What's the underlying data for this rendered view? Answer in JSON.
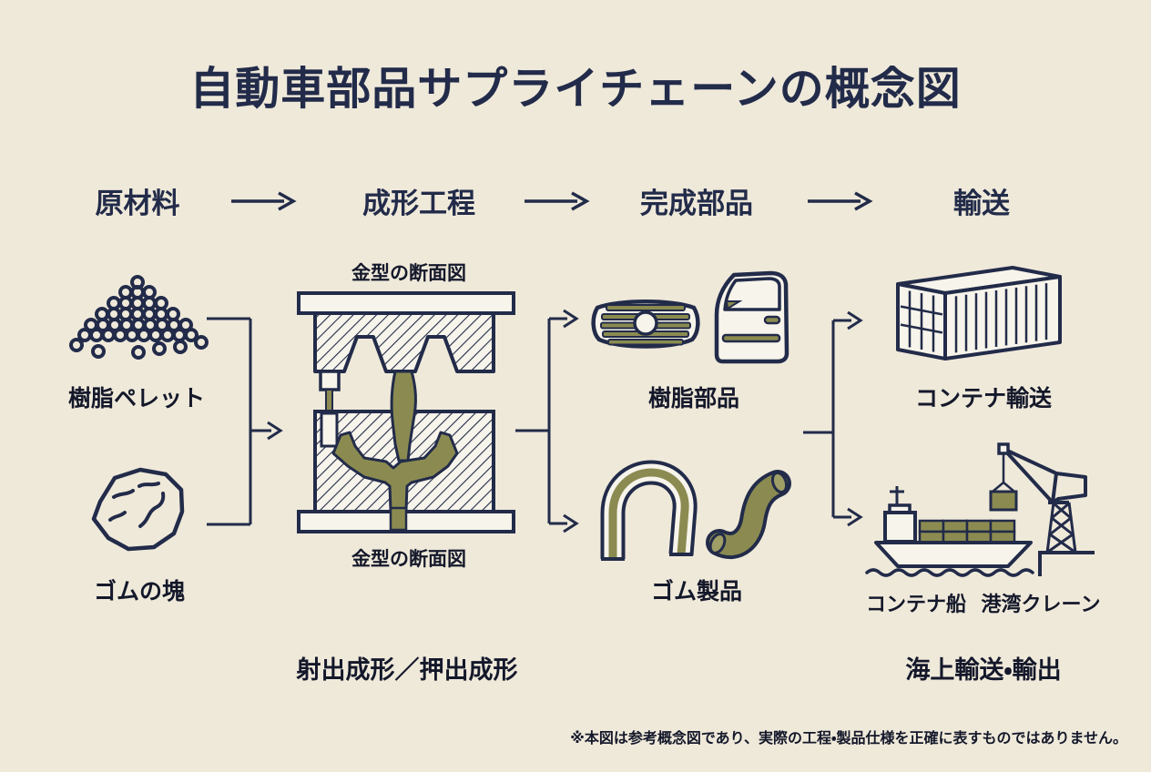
{
  "title": "自動車部品サプライチェーンの概念図",
  "stages": [
    {
      "label": "原材料"
    },
    {
      "label": "成形工程"
    },
    {
      "label": "完成部品"
    },
    {
      "label": "輸送"
    }
  ],
  "raw_materials": {
    "pellets_label": "樹脂ペレット",
    "rubber_label": "ゴムの塊"
  },
  "molding": {
    "mold_top_label": "金型の断面図",
    "mold_bottom_label": "金型の断面図",
    "process_label": "射出成形／押出成形"
  },
  "finished_parts": {
    "resin_label": "樹脂部品",
    "rubber_label": "ゴム製品"
  },
  "transport": {
    "container_label": "コンテナ輸送",
    "ship_label": "コンテナ船",
    "crane_label": "港湾クレーン",
    "process_label": "海上輸送・輸出"
  },
  "footnote": "※本図は参考概念図であり、実際の工程・製品仕様を正確に表すものではありません。",
  "colors": {
    "background": "#efe9da",
    "ink": "#222b49",
    "olive": "#8b8b51",
    "olivelight": "#9e9e66",
    "panel": "#f7f4eb",
    "text": "#14182a"
  }
}
